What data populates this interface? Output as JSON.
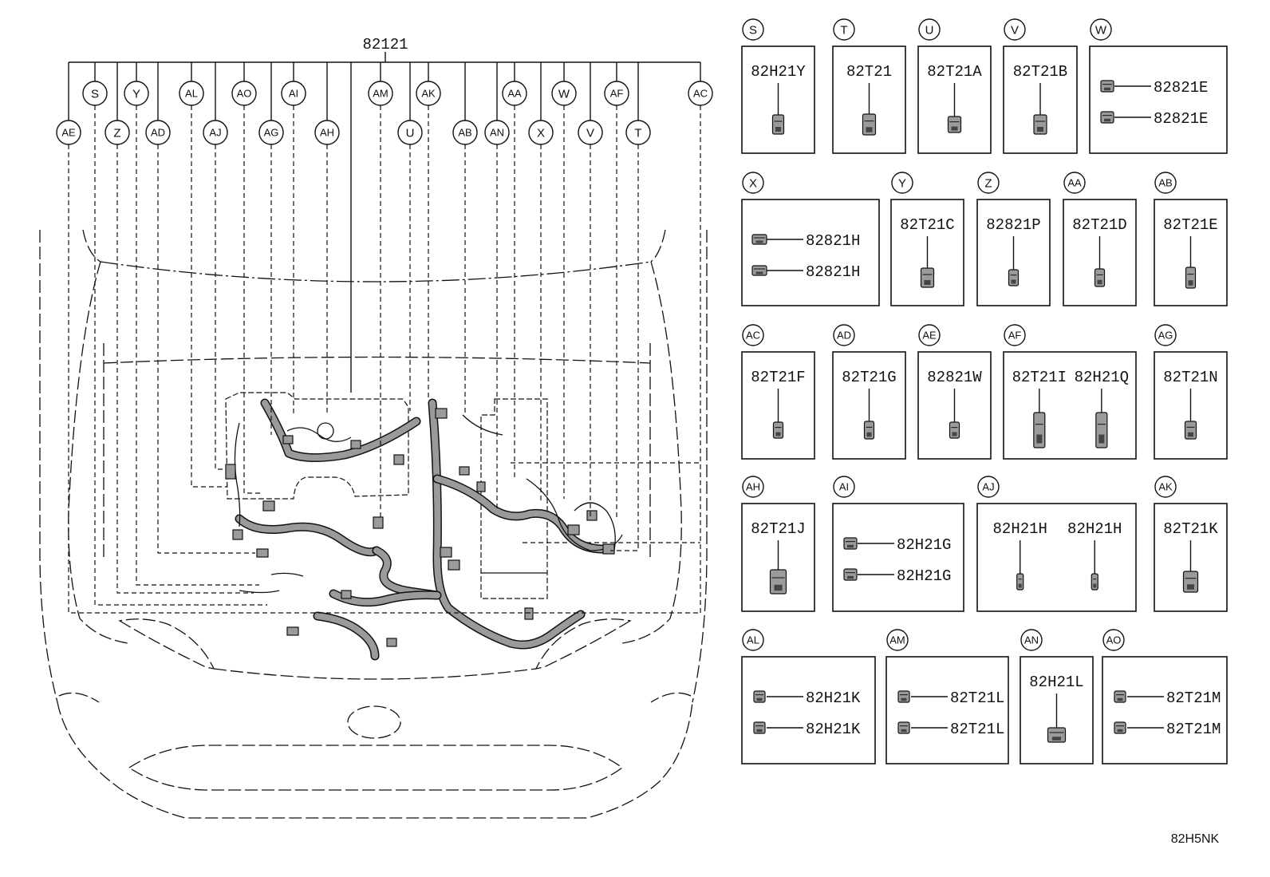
{
  "main_part": {
    "number": "82121"
  },
  "callouts": {
    "row1": [
      "S",
      "Y",
      "AL",
      "AO",
      "AI",
      "AM",
      "AK",
      "AA",
      "W",
      "AF",
      "AC"
    ],
    "row2": [
      "AE",
      "Z",
      "AD",
      "AJ",
      "AG",
      "AH",
      "U",
      "AB",
      "AN",
      "X",
      "V",
      "T"
    ]
  },
  "panels": [
    {
      "id": "S",
      "parts": [
        "82H21Y"
      ]
    },
    {
      "id": "T",
      "parts": [
        "82T21"
      ]
    },
    {
      "id": "U",
      "parts": [
        "82T21A"
      ]
    },
    {
      "id": "V",
      "parts": [
        "82T21B"
      ]
    },
    {
      "id": "W",
      "parts": [
        "82821E",
        "82821E"
      ]
    },
    {
      "id": "X",
      "parts": [
        "82821H",
        "82821H"
      ]
    },
    {
      "id": "Y",
      "parts": [
        "82T21C"
      ]
    },
    {
      "id": "Z",
      "parts": [
        "82821P"
      ]
    },
    {
      "id": "AA",
      "parts": [
        "82T21D"
      ]
    },
    {
      "id": "AB",
      "parts": [
        "82T21E"
      ]
    },
    {
      "id": "AC",
      "parts": [
        "82T21F"
      ]
    },
    {
      "id": "AD",
      "parts": [
        "82T21G"
      ]
    },
    {
      "id": "AE",
      "parts": [
        "82821W"
      ]
    },
    {
      "id": "AF",
      "parts": [
        "82T21I",
        "82H21Q"
      ]
    },
    {
      "id": "AG",
      "parts": [
        "82T21N"
      ]
    },
    {
      "id": "AH",
      "parts": [
        "82T21J"
      ]
    },
    {
      "id": "AI",
      "parts": [
        "82H21G",
        "82H21G"
      ]
    },
    {
      "id": "AJ",
      "parts": [
        "82H21H",
        "82H21H"
      ]
    },
    {
      "id": "AK",
      "parts": [
        "82T21K"
      ]
    },
    {
      "id": "AL",
      "parts": [
        "82H21K",
        "82H21K"
      ]
    },
    {
      "id": "AM",
      "parts": [
        "82T21L",
        "82T21L"
      ]
    },
    {
      "id": "AN",
      "parts": [
        "82H21L"
      ]
    },
    {
      "id": "AO",
      "parts": [
        "82T21M",
        "82T21M"
      ]
    }
  ],
  "figure_code": "82H5NK"
}
